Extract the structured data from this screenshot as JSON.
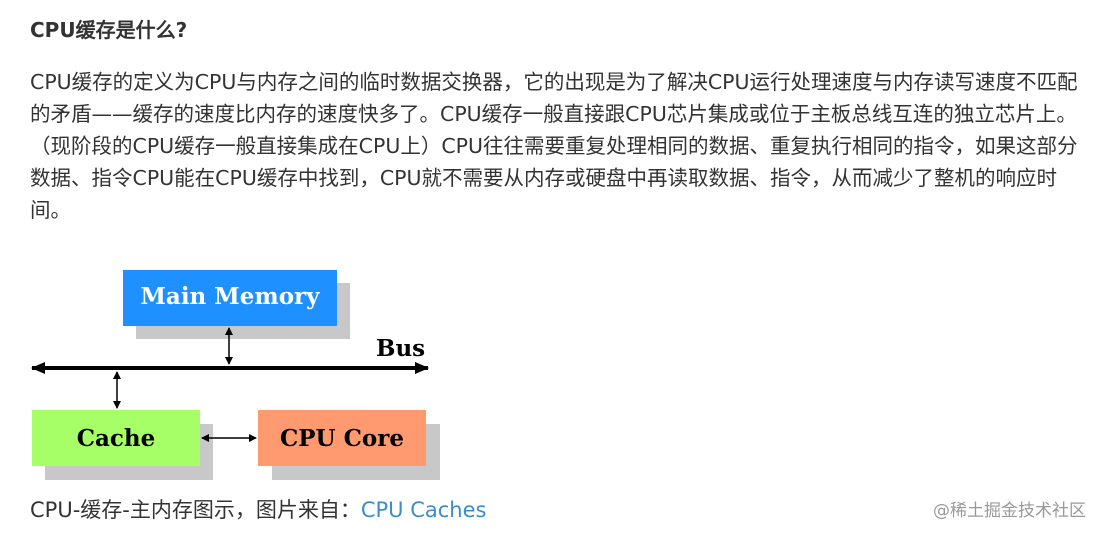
{
  "article": {
    "heading": "CPU缓存是什么?",
    "paragraph": "CPU缓存的定义为CPU与内存之间的临时数据交换器，它的出现是为了解决CPU运行处理速度与内存读写速度不匹配的矛盾——缓存的速度比内存的速度快多了。CPU缓存一般直接跟CPU芯片集成或位于主板总线互连的独立芯片上。（现阶段的CPU缓存一般直接集成在CPU上）CPU往往需要重复处理相同的数据、重复执行相同的指令，如果这部分数据、指令CPU能在CPU缓存中找到，CPU就不需要从内存或硬盘中再读取数据、指令，从而减少了整机的响应时间。"
  },
  "diagram": {
    "main_memory": "Main Memory",
    "bus": "Bus",
    "cache": "Cache",
    "cpu_core": "CPU Core",
    "colors": {
      "main_memory": "#1e90ff",
      "cache": "#a6ff66",
      "cpu_core": "#ff9a70",
      "shadow": "#c8c8c8"
    }
  },
  "caption": {
    "text": "CPU-缓存-主内存图示，图片来自：",
    "link": "CPU Caches"
  },
  "watermark": {
    "text": "@稀土掘金技术社区"
  }
}
